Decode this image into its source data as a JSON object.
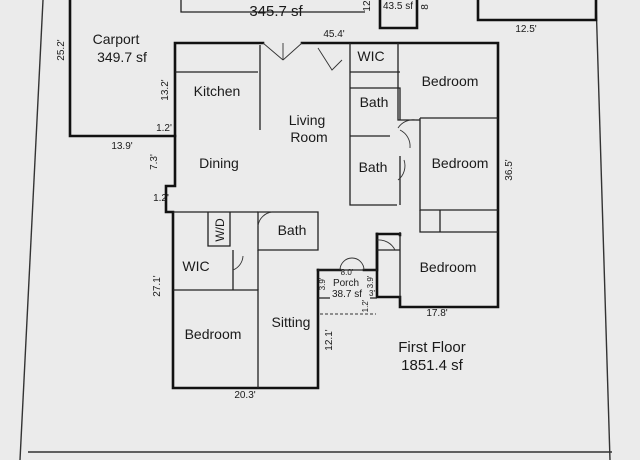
{
  "plan": {
    "top_area": "345.7 sf",
    "top_small_area": "43.5 sf",
    "top_cut_dim_left": "12",
    "top_cut_dim_right": "8",
    "top_right_dim": "12.5'",
    "carport": {
      "name": "Carport",
      "area": "349.7 sf"
    },
    "rooms": {
      "kitchen": "Kitchen",
      "dining": "Dining",
      "living": "Living\nRoom",
      "wic_top": "WIC",
      "bath_1": "Bath",
      "bath_2": "Bath",
      "bedroom_1": "Bedroom",
      "bedroom_2": "Bedroom",
      "bedroom_3": "Bedroom",
      "wd": "W/D",
      "bath_3": "Bath",
      "wic_left": "WIC",
      "bedroom_4": "Bedroom",
      "sitting": "Sitting",
      "porch": "Porch",
      "porch_area": "38.7 sf"
    },
    "floor": {
      "name": "First Floor",
      "area": "1851.4 sf"
    },
    "dims": {
      "d_25_2": "25.2'",
      "d_13_2": "13.2'",
      "d_1_2_a": "1.2'",
      "d_13_9": "13.9'",
      "d_7_3": "7.3'",
      "d_1_2_b": "1.2'",
      "d_45_4": "45.4'",
      "d_36_5": "36.5'",
      "d_27_1": "27.1'",
      "d_17_8": "17.8'",
      "d_12_1": "12.1'",
      "d_20_3": "20.3'",
      "d_8_0": "8.0'",
      "d_3_9": "3.9'",
      "d_3_9b": "3.9'",
      "d_3": "3'",
      "d_1_2c": "1.2'"
    }
  }
}
